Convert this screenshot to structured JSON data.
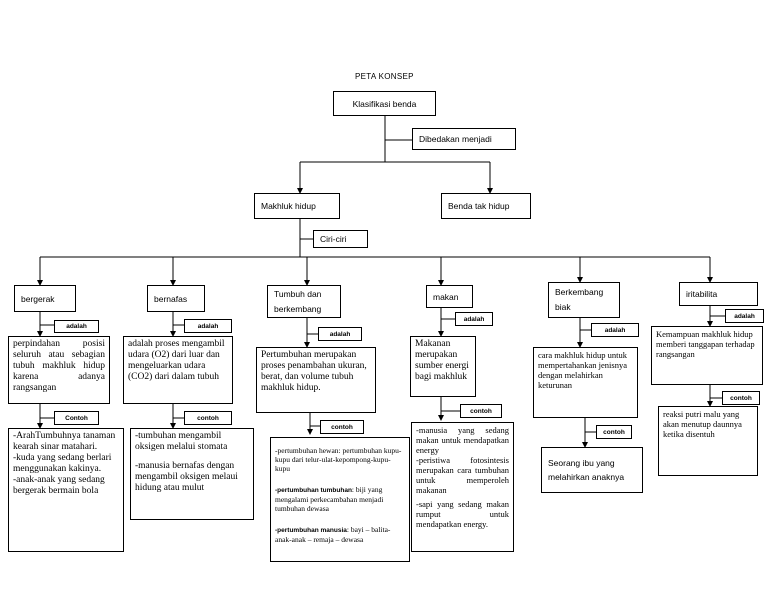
{
  "title": "PETA KONSEP",
  "root": "Klasifikasi benda",
  "divided": "Dibedakan menjadi",
  "living": "Makhluk hidup",
  "nonliving": "Benda tak hidup",
  "traits": "Ciri-ciri",
  "branches": {
    "bergerak": {
      "label": "bergerak",
      "link": "adalah",
      "def": "perpindahan posisi seluruh atau sebagian tubuh makhluk hidup karena adanya rangsangan",
      "ex_link": "Contoh",
      "examples": [
        "-ArahTumbuhnya tanaman kearah sinar matahari.",
        "-kuda yang sedang berlari menggunakan kakinya.",
        "-anak-anak yang sedang bergerak bermain bola"
      ]
    },
    "bernafas": {
      "label": "bernafas",
      "link": "adalah",
      "def": "adalah proses mengambil udara (O2) dari luar dan mengeluarkan udara (CO2) dari dalam tubuh",
      "ex_link": "contoh",
      "examples": [
        "-tumbuhan mengambil oksigen melalui stomata",
        "-manusia bernafas dengan mengambil oksigen melaui hidung atau mulut"
      ]
    },
    "tumbuh": {
      "label": "Tumbuh dan berkembang",
      "link": "adalah",
      "def": "Pertumbuhan merupakan proses penambahan ukuran, berat, dan volume tubuh makhluk hidup.",
      "ex_link": "contoh",
      "ex1": "-pertumbuhan hewan: pertumbuhan kupu-kupu dari telur-ulat-kepompong-kupu-kupu",
      "ex2_head": "-pertumbuhan tumbuhan",
      "ex2_body": ": biji yang mengalami perkecambahan menjadi tumbuhan dewasa",
      "ex3_head": "-pertumbuhan manusia",
      "ex3_body": ": bayi – balita- anak-anak – remaja – dewasa"
    },
    "makan": {
      "label": "makan",
      "link": "adalah",
      "def": "Makanan merupakan sumber energi bagi makhluk",
      "ex_link": "contoh",
      "examples": [
        "-manusia yang sedang makan untuk mendapatkan energy",
        "-peristiwa fotosintesis merupakan cara tumbuhan untuk memperoleh makanan",
        "-sapi yang sedang makan rumput untuk mendapatkan energy."
      ]
    },
    "biak": {
      "label": "Berkembang biak",
      "link": "adalah",
      "def": "cara makhluk hidup untuk mempertahankan jenisnya dengan melahirkan keturunan",
      "ex_link": "contoh",
      "example": "Seorang ibu yang melahirkan anaknya"
    },
    "iritabilita": {
      "label": "iritabilita",
      "link": "adalah",
      "def": "Kemampuan makhluk hidup memberi tanggapan terhadap rangsangan",
      "ex_link": "contoh",
      "example": "reaksi putri malu yang akan menutup daunnya ketika disentuh"
    }
  }
}
